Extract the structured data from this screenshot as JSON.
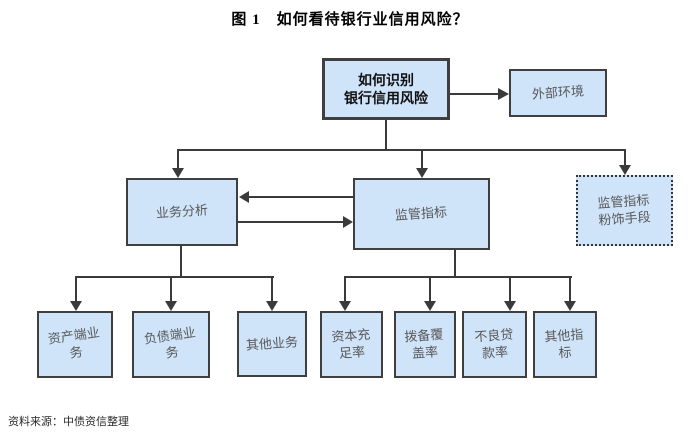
{
  "figure": {
    "title": "图 1　如何看待银行业信用风险？",
    "source": "资料来源：中债资信整理"
  },
  "nodes": {
    "root": {
      "lines": [
        "如何识别",
        "银行信用风险"
      ]
    },
    "external": {
      "lines": [
        "外部环境"
      ]
    },
    "business": {
      "lines": [
        "业务分析"
      ]
    },
    "regulatory": {
      "lines": [
        "监管指标"
      ]
    },
    "whitewash": {
      "lines": [
        "监管指标",
        "粉饰手段"
      ]
    },
    "asset": {
      "lines": [
        "资产端业",
        "务"
      ]
    },
    "liability": {
      "lines": [
        "负债端业",
        "务"
      ]
    },
    "other_business": {
      "lines": [
        "其他业务"
      ]
    },
    "capital": {
      "lines": [
        "资本充",
        "足率"
      ]
    },
    "provision": {
      "lines": [
        "拨备覆",
        "盖率"
      ]
    },
    "npl": {
      "lines": [
        "不良贷",
        "款率"
      ]
    },
    "other_indicators": {
      "lines": [
        "其他指",
        "标"
      ]
    }
  },
  "colors": {
    "node_fill": "#cfe3f9",
    "node_border": "#3f3f3f",
    "line": "#3a3a3a",
    "text": "#595959",
    "text_strong": "#111111"
  }
}
